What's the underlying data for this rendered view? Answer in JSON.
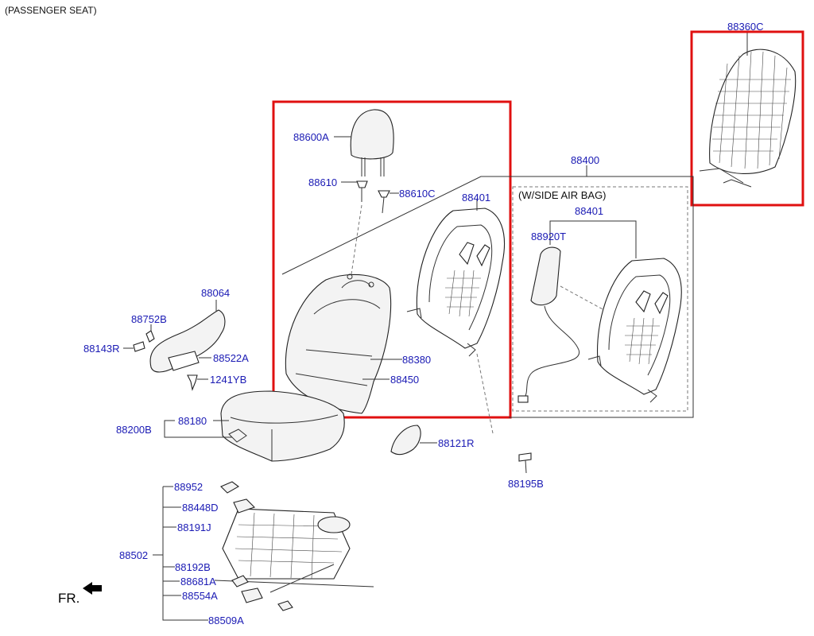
{
  "header": {
    "title": "(PASSENGER SEAT)"
  },
  "labels": {
    "l88360C": "88360C",
    "l88600A": "88600A",
    "l88610": "88610",
    "l88610C": "88610C",
    "l88401a": "88401",
    "l88400": "88400",
    "sideAirBag": "(W/SIDE AIR BAG)",
    "l88401b": "88401",
    "l88920T": "88920T",
    "l88064": "88064",
    "l88752B": "88752B",
    "l88143R": "88143R",
    "l88522A": "88522A",
    "l1241YB": "1241YB",
    "l88380": "88380",
    "l88450": "88450",
    "l88180": "88180",
    "l88200B": "88200B",
    "l88121R": "88121R",
    "l88195B": "88195B",
    "l88952": "88952",
    "l88448D": "88448D",
    "l88191J": "88191J",
    "l88502": "88502",
    "l88192B": "88192B",
    "l88681A": "88681A",
    "l88554A": "88554A",
    "l88509A": "88509A",
    "fr": "FR."
  },
  "colors": {
    "label": "#1a1ab4",
    "highlight": "#e01010",
    "line": "#333333"
  },
  "icons": {
    "direction": "arrow-left-icon"
  }
}
